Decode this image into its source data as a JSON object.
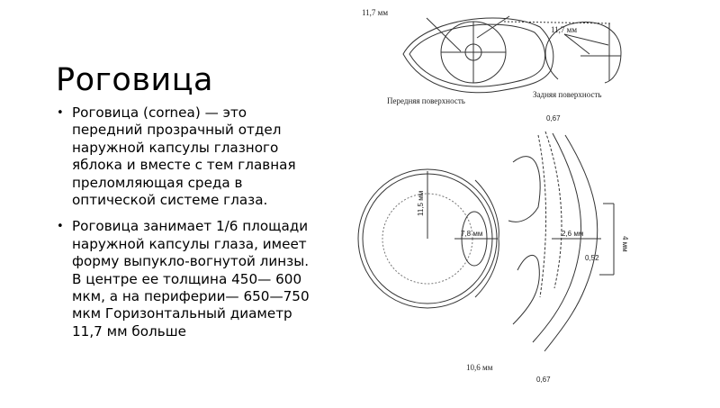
{
  "slide": {
    "title": "Роговица",
    "bullets": [
      "Роговица (cornea) — это передний прозрачный отдел наружной капсулы глазного яблока и вместе с тем главная преломляющая среда в оптической системе глаза.",
      "Роговица занимает 1/6 площади наружной капсулы глаза, имеет форму выпукло-вогнутой линзы. В центре ее толщина 450— 600 мкм, а на периферии— 650—750 мкм Горизонтальный диаметр 11,7 мм больше"
    ],
    "bullet_icon": "bullet-dot"
  },
  "figure": {
    "top_left_label": "11,7 мм",
    "top_right_label": "11,7 мм",
    "front_surface_label": "Передняя поверхность",
    "back_surface_label": "Задняя поверхность",
    "thickness_top": "0,67",
    "radius_label": "11,5 мм",
    "chamber_label": "7,8 мм",
    "depth_label": "2,6 мм",
    "height_label": "4 мм",
    "center_thickness": "0,52",
    "bottom_diameter": "10,6 мм",
    "thickness_bottom": "0,67"
  }
}
